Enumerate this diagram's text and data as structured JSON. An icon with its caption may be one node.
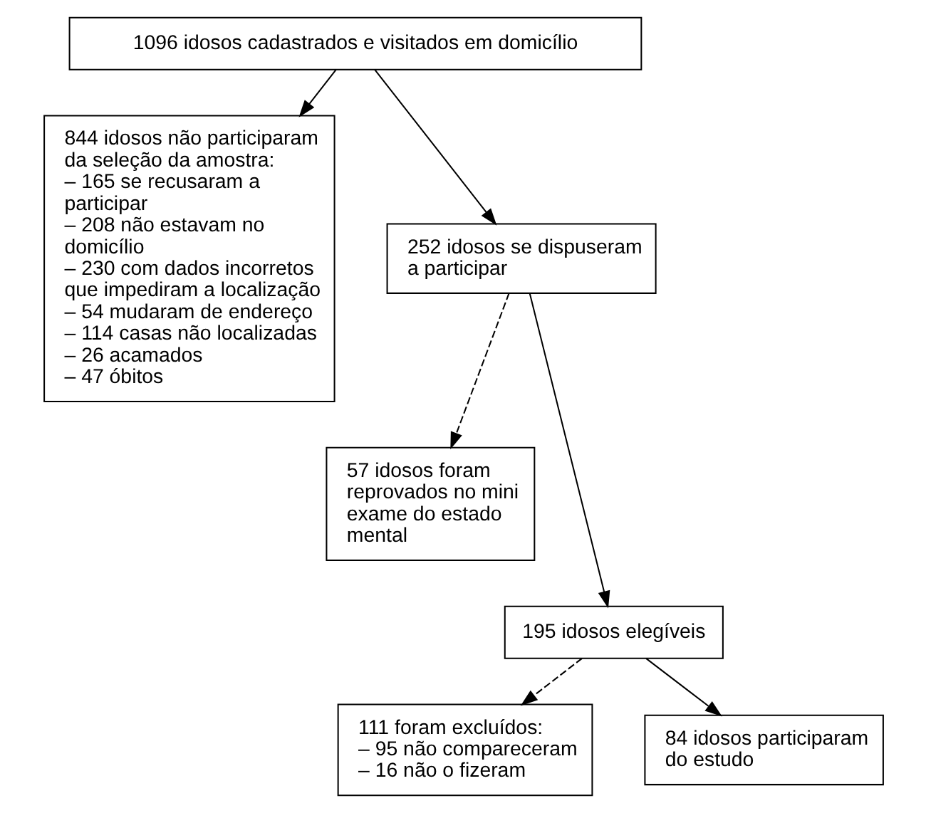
{
  "diagram": {
    "nodes": [
      {
        "text": [
          "1096 idosos cadastrados e visitados em domicílio"
        ]
      },
      {
        "text": [
          "844 idosos não participaram da seleção da amostra:",
          "– 165 se recusaram a participar",
          "– 208 não estavam no domicílio",
          "– 230 com dados incorretos que impediram a localização",
          "– 54 mudaram de endereço",
          "– 114 casas não localizadas",
          "– 26 acamados",
          "– 47 óbitos"
        ]
      },
      {
        "text": [
          "252 idosos se dispuseram a participar"
        ]
      },
      {
        "text": [
          "57 idosos foram reprovados no mini exame do estado mental"
        ]
      },
      {
        "text": [
          "195 idosos elegíveis"
        ]
      },
      {
        "text": [
          "111 foram excluídos:",
          "– 95 não compareceram",
          "– 16 não o fizeram"
        ]
      },
      {
        "text": [
          "84 idosos participaram do estudo"
        ]
      }
    ],
    "edges": [
      {
        "from": 0,
        "to": 1,
        "arrow": "to"
      },
      {
        "from": 0,
        "to": 2,
        "arrow": "to"
      },
      {
        "from": 2,
        "to": 3,
        "arrow": "to",
        "style": "dashed"
      },
      {
        "from": 2,
        "to": 4,
        "arrow": "to"
      },
      {
        "from": 4,
        "to": 5,
        "arrow": "to",
        "style": "dashed"
      },
      {
        "from": 4,
        "to": 6,
        "arrow": "to"
      }
    ]
  }
}
